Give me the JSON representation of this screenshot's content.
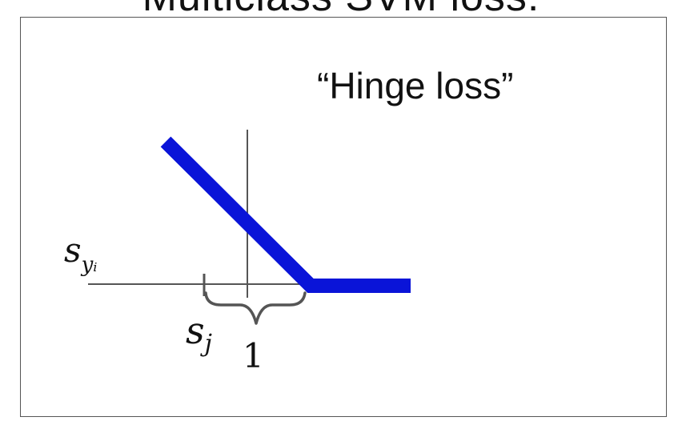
{
  "slide": {
    "title": "Multiclass SVM loss:"
  },
  "diagram": {
    "title": "“Hinge loss”",
    "label_s_yi": {
      "base": "s",
      "sub": "yᵢ"
    },
    "label_s_j": {
      "base": "s",
      "sub": "j"
    },
    "margin_label": "1",
    "colors": {
      "loss_line": "#0a14d8",
      "axis": "#555555",
      "frame": "#555555"
    }
  }
}
